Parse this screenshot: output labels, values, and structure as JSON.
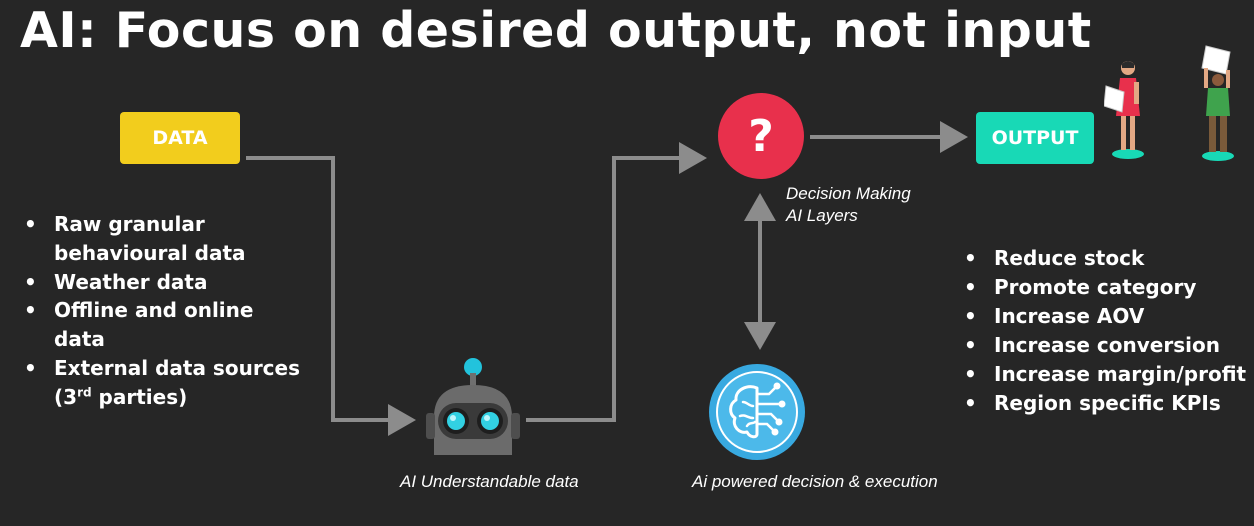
{
  "title": "AI: Focus on desired output, not input",
  "boxes": {
    "data_label": "DATA",
    "output_label": "OUTPUT",
    "decision_symbol": "?"
  },
  "captions": {
    "decision_line1": "Decision Making",
    "decision_line2": "AI Layers",
    "ai_understandable": "AI Understandable data",
    "ai_powered": "Ai powered decision & execution"
  },
  "data_sources": [
    [
      "Raw granular",
      "behavioural data"
    ],
    [
      "Weather data"
    ],
    [
      "Offline and online",
      "data"
    ],
    [
      "External data sources",
      "(3",
      "rd",
      " parties)"
    ]
  ],
  "outcomes": [
    "Reduce stock",
    "Promote category",
    "Increase AOV",
    "Increase conversion",
    "Increase margin/profit",
    "Region specific KPIs"
  ],
  "icons": {
    "robot": "robot-icon",
    "brain": "brain-circuit-icon",
    "people": "people-with-signs-icon"
  },
  "colors": {
    "background": "#262626",
    "data_box": "#F2CD1D",
    "output_box": "#18D9B6",
    "decision_circle": "#E8304C",
    "connector": "#8C8C8C",
    "brain_circle": "#38A9E0"
  }
}
